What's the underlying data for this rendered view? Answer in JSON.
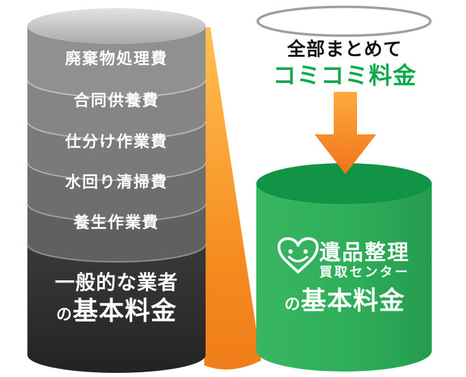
{
  "left_stack": {
    "fee_items": [
      "廃棄物処理費",
      "合同供養費",
      "仕分け作業費",
      "水回り清掃費",
      "養生作業費"
    ],
    "base_label_line1": "一般的な業者",
    "base_label_particle": "の",
    "base_label_main": "基本料金"
  },
  "right_side": {
    "headline_top": "全部まとめて",
    "headline_main": "コミコミ料金",
    "brand": {
      "icon": "leaf-heart-smile-icon",
      "name_line1": "遺品整理",
      "name_line2": "買取センター"
    },
    "base_label_particle": "の",
    "base_label_main": "基本料金"
  },
  "colors": {
    "orange": "#f58a1f",
    "orange_light": "#ffc052",
    "green_body": "#2fae5a",
    "green_top": "#129447",
    "green_text": "#0fa94c",
    "gray_bands": [
      "#909090",
      "#858585",
      "#7a7a7a",
      "#6e6e6e",
      "#606060"
    ],
    "base_dark": "#2c2c2c",
    "cylinder_outline_gray": "#9e9e9e"
  }
}
